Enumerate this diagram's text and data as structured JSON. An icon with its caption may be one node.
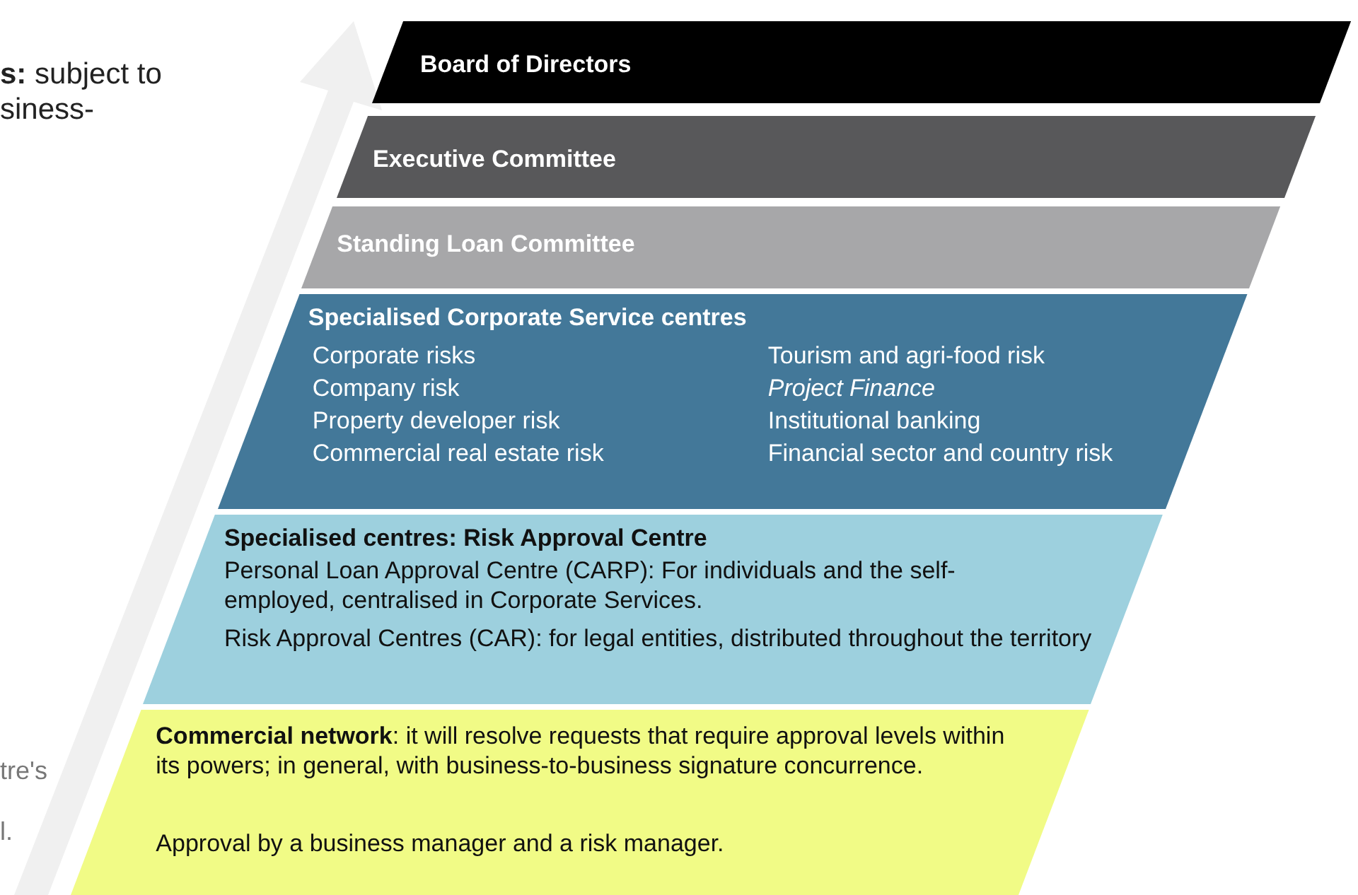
{
  "diagram": {
    "nodes": [
      {
        "text": [
          "Board of Directors"
        ]
      },
      {
        "text": [
          "Executive Committee"
        ]
      },
      {
        "text": [
          "Standing Loan Committee"
        ]
      },
      {
        "text": [
          "Specialised Corporate Service centres",
          "Corporate risks",
          "Company risk",
          "Property developer risk",
          "Commercial real estate risk",
          "Tourism and agri-food risk",
          "Project Finance",
          "Institutional banking",
          "Financial sector and country risk"
        ]
      },
      {
        "text": [
          "Specialised centres: Risk Approval Centre",
          "Personal Loan Approval Centre (CARP): For individuals and the self-employed, centralised in Corporate Services.",
          "Risk Approval Centres (CAR): for legal entities, distributed throughout the territory"
        ]
      },
      {
        "text": [
          "**Commercial network**: it will resolve requests that require approval levels within its powers; in general, with business-to-business signature concurrence.",
          "Approval by a business manager and a risk manager."
        ]
      }
    ],
    "labels": [
      "**s:** subject to siness-",
      "tre's",
      "l."
    ]
  }
}
